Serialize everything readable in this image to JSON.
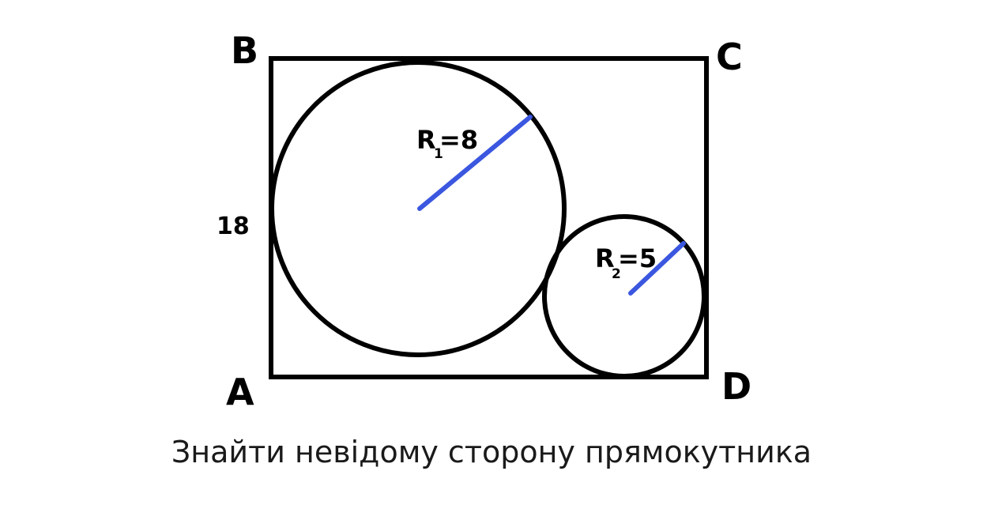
{
  "vertices": {
    "a": "A",
    "b": "B",
    "c": "C",
    "d": "D"
  },
  "side_ab": "18",
  "circle1": {
    "radius_letter": "R",
    "radius_index": "1",
    "radius_value": "=8"
  },
  "circle2": {
    "radius_letter": "R",
    "radius_index": "2",
    "radius_value": "=5"
  },
  "caption": "Знайти невідому сторону прямокутника",
  "colors": {
    "outline": "#000000",
    "radius_line": "#3b57e0"
  }
}
